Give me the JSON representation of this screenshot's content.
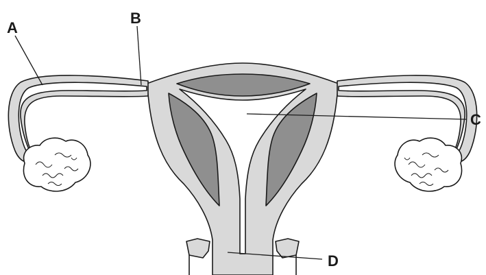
{
  "labels": {
    "a": "A",
    "b": "B",
    "c": "C",
    "d": "D"
  },
  "colors": {
    "tissue_light": "#d9d9d9",
    "tissue_dark": "#8f8f8f",
    "lumen": "#ffffff",
    "outline": "#1a1a1a"
  }
}
